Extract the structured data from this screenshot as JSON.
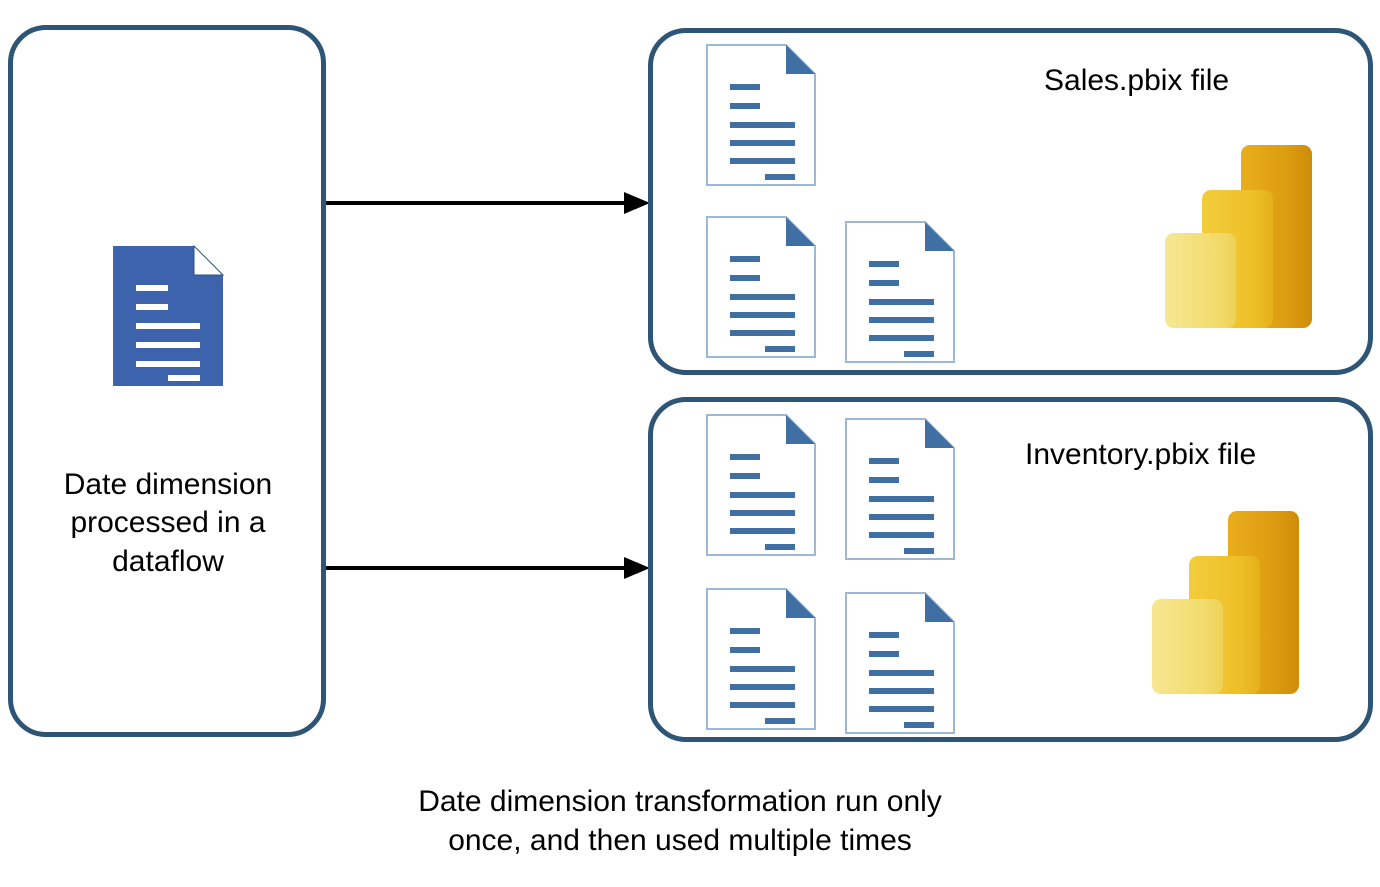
{
  "diagram": {
    "title_text_absent": "",
    "source_panel": {
      "icon": "document-icon-blue",
      "caption_lines": [
        "Date dimension",
        "processed in a",
        "dataflow"
      ],
      "caption": "Date dimension processed in a dataflow"
    },
    "targets": [
      {
        "id": "sales",
        "label": "Sales.pbix file",
        "document_count": 3,
        "logo": "power-bi-logo"
      },
      {
        "id": "inventory",
        "label": "Inventory.pbix file",
        "document_count": 4,
        "logo": "power-bi-logo"
      }
    ],
    "arrows": [
      {
        "id": "arrow-to-sales",
        "from": "source",
        "to": "sales"
      },
      {
        "id": "arrow-to-inventory",
        "from": "source",
        "to": "inventory"
      }
    ],
    "caption_lines": [
      "Date dimension transformation run only",
      "once, and then used multiple times"
    ],
    "caption": "Date dimension transformation run only once, and then used multiple times"
  },
  "colors": {
    "panel_border": "#2e5575",
    "document_blue": "#3c63ab",
    "document_outline": "#9cb8d6",
    "document_line": "#3f6fa3",
    "document_fold": "#3f6fa3",
    "arrow": "#000000",
    "pbi_bar_light": "#f2dc6e",
    "pbi_bar_mid": "#efc32b",
    "pbi_bar_dark": "#e0a214",
    "background": "#ffffff",
    "text": "#000000"
  }
}
